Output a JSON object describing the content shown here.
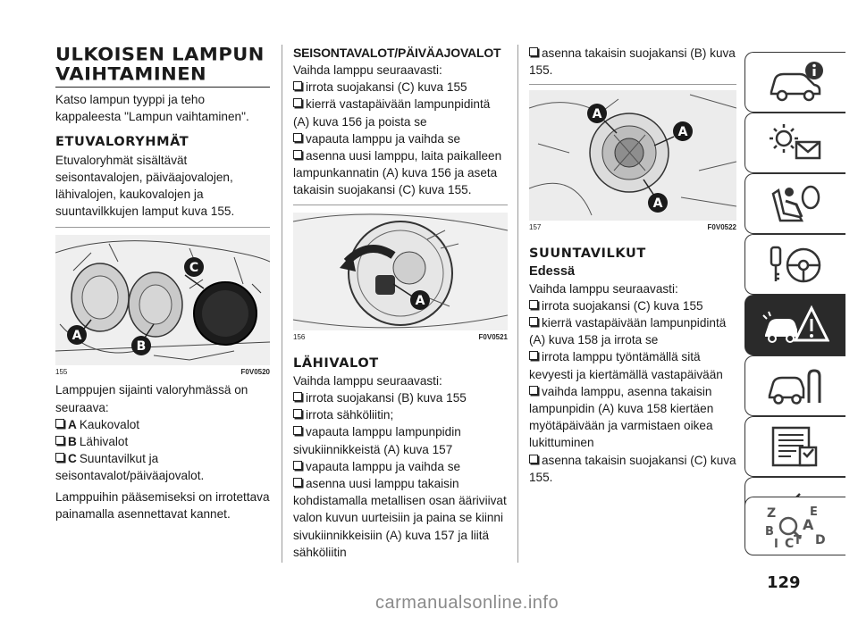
{
  "col1": {
    "title_line1": "ULKOISEN LAMPUN",
    "title_line2": "VAIHTAMINEN",
    "intro": "Katso lampun tyyppi ja teho kappaleesta \"Lampun vaihtaminen\".",
    "section_title": "ETUVALORYHMÄT",
    "section_text": "Etuvaloryhmät sisältävät seisontavalojen, päiväajovalojen, lähivalojen, kaukovalojen ja suuntavilkkujen lamput kuva 155.",
    "figure": {
      "number": "155",
      "code": "F0V0520",
      "labels": [
        "C",
        "A",
        "B"
      ]
    },
    "after_fig": "Lamppujen sijainti valoryhmässä on seuraava:",
    "items": [
      {
        "label": "A",
        "text": "Kaukovalot"
      },
      {
        "label": "B",
        "text": "Lähivalot"
      },
      {
        "label": "C",
        "text": "Suuntavilkut ja seisontavalot/päiväajovalot."
      }
    ],
    "outro": "Lamppuihin pääsemiseksi on irrotettava painamalla asennettavat kannet."
  },
  "col2": {
    "title": "SEISONTAVALOT/PÄIVÄAJOVALOT",
    "intro": "Vaihda lamppu seuraavasti:",
    "steps": [
      "irrota suojakansi (C) kuva 155",
      "kierrä vastapäivään lampunpidintä (A) kuva 156 ja poista se",
      "vapauta lamppu ja vaihda se",
      "asenna uusi lamppu, laita paikalleen lampunkannatin (A) kuva 156 ja aseta takaisin suojakansi (C) kuva 155."
    ],
    "figure": {
      "number": "156",
      "code": "F0V0521",
      "labels": [
        "A"
      ]
    },
    "section_title": "LÄHIVALOT",
    "section_intro": "Vaihda lamppu seuraavasti:",
    "section_steps": [
      "irrota suojakansi (B) kuva 155",
      "irrota sähköliitin;",
      "vapauta lamppu lampunpidin sivukiinnikkeistä (A) kuva 157",
      "vapauta lamppu ja vaihda se",
      "asenna uusi lamppu takaisin kohdistamalla metallisen osan ääriviivat valon kuvun uurteisiin ja paina se kiinni sivukiinnikkeisiin (A) kuva 157 ja liitä sähköliitin"
    ]
  },
  "col3": {
    "top_step": "asenna takaisin suojakansi (B) kuva 155.",
    "figure": {
      "number": "157",
      "code": "F0V0522",
      "labels": [
        "A",
        "A",
        "A"
      ]
    },
    "section_title": "SUUNTAVILKUT",
    "subsection_title": "Edessä",
    "intro": "Vaihda lamppu seuraavasti:",
    "steps": [
      "irrota suojakansi (C) kuva 155",
      "kierrä vastapäivään lampunpidintä (A) kuva 158 ja irrota se",
      "irrota lamppu työntämällä sitä kevyesti ja kiertämällä vastapäivään",
      "vaihda lamppu, asenna takaisin lampunpidin (A) kuva 158 kiertäen myötäpäivään ja varmistaen oikea lukittuminen",
      "asenna takaisin suojakansi (C) kuva 155."
    ]
  },
  "sidebar": {
    "tabs": [
      {
        "icon": "car-info-icon"
      },
      {
        "icon": "warning-lights-icon"
      },
      {
        "icon": "airbag-seat-icon"
      },
      {
        "icon": "key-steering-icon"
      },
      {
        "icon": "car-breakdown-warning-icon",
        "active": true
      },
      {
        "icon": "car-wrench-icon"
      },
      {
        "icon": "specifications-list-icon"
      },
      {
        "icon": "multimedia-icon"
      },
      {
        "icon": "alphabet-index-icon",
        "letters": [
          "Z",
          "E",
          "A",
          "B",
          "C",
          "D",
          "I",
          "T"
        ]
      }
    ],
    "accent": "#2a2a2a"
  },
  "page_number": "129",
  "watermark": "carmanualsonline.info"
}
